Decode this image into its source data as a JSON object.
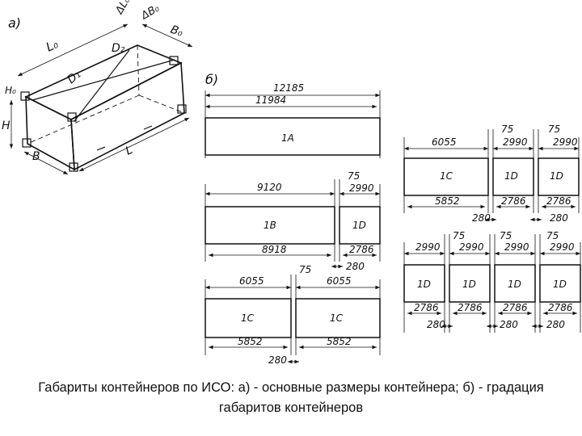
{
  "panels": {
    "a": "а)",
    "b": "б)"
  },
  "iso_labels": {
    "delta_l": "ΔL₀",
    "delta_b": "ΔB₀",
    "b0": "B₀",
    "l0": "L₀",
    "d2": "D₂",
    "d1": "D₁",
    "h0": "H₀",
    "h": "H",
    "b": "B",
    "l": "L"
  },
  "row_1a": {
    "outer": "12185",
    "inner": "11984",
    "label": "1A"
  },
  "row_1b_1d": {
    "outer_1b": "9120",
    "gap": "75",
    "outer_1d": "2990",
    "label_1b": "1B",
    "label_1d": "1D",
    "inner_1b": "8918",
    "inner_1d": "2786",
    "gap_inner": "280"
  },
  "row_1c_1c": {
    "outer_left": "6055",
    "gap": "75",
    "outer_right": "6055",
    "label_left": "1C",
    "label_right": "1C",
    "inner_left": "5852",
    "inner_right": "5852",
    "gap_inner": "280"
  },
  "row_1c_2x1d": {
    "outer_1c": "6055",
    "gap_1": "75",
    "gap_2": "75",
    "outer_1d_1": "2990",
    "outer_1d_2": "2990",
    "label_1c": "1C",
    "label_1d_1": "1D",
    "label_1d_2": "1D",
    "inner_1c": "5852",
    "inner_1d_1": "2786",
    "inner_1d_2": "2786",
    "gap_inner_1": "280",
    "gap_inner_2": "280"
  },
  "row_4x1d": {
    "outer": [
      "2990",
      "2990",
      "2990",
      "2990"
    ],
    "gaps": [
      "75",
      "75",
      "75"
    ],
    "labels": [
      "1D",
      "1D",
      "1D",
      "1D"
    ],
    "inner": [
      "2786",
      "2786",
      "2786",
      "2786"
    ],
    "gap_inner": [
      "280",
      "280",
      "280"
    ]
  },
  "caption": {
    "line1": "Габариты контейнеров по ИСО: а) - основные размеры контейнера; б) - градация",
    "line2": "габаритов контейнеров"
  }
}
